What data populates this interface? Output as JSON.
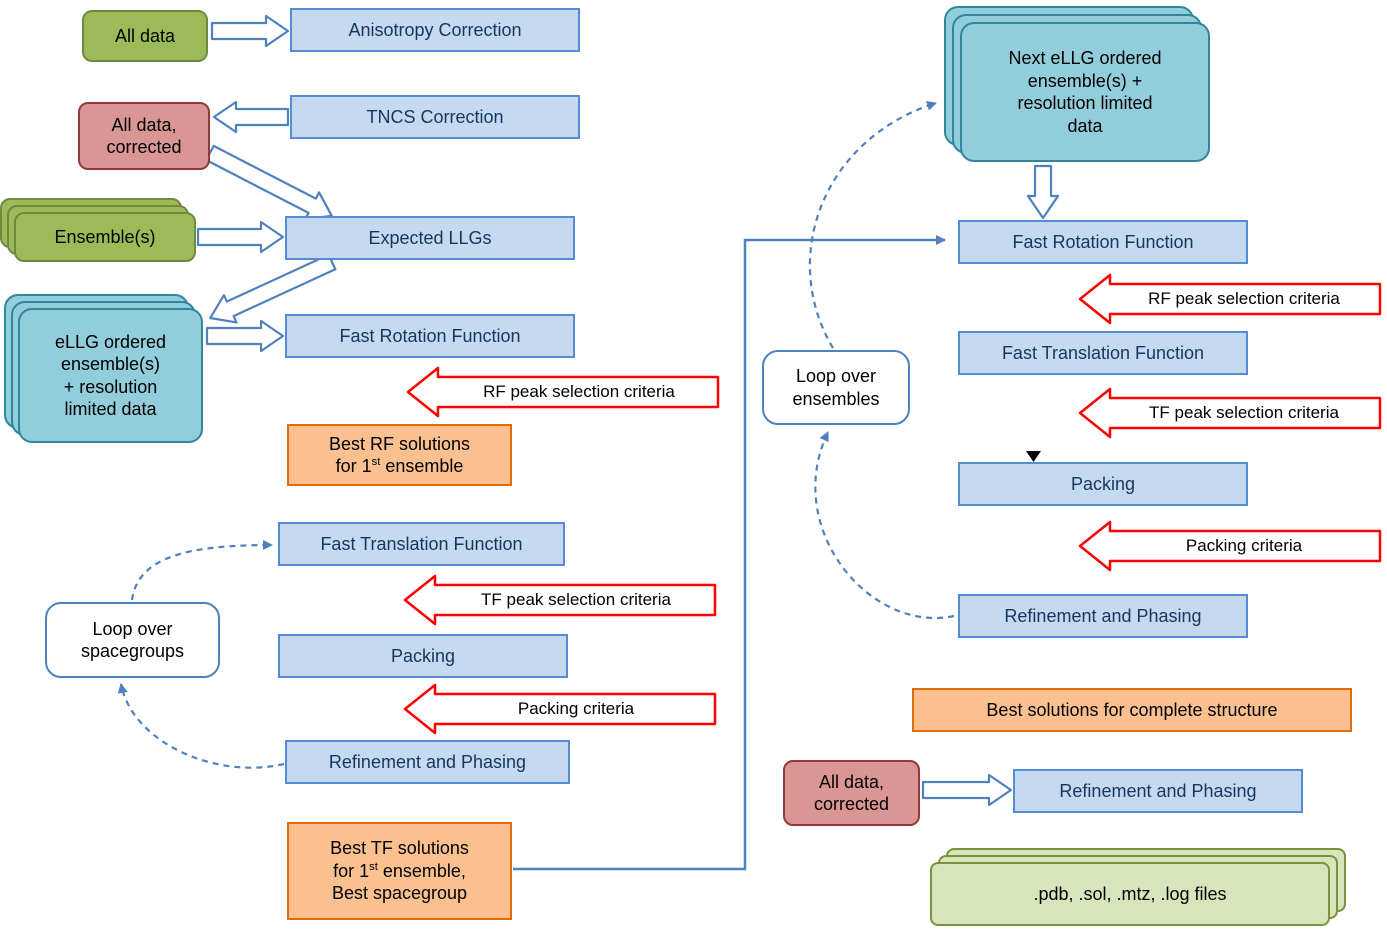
{
  "nodes": {
    "all_data": "All data",
    "anisotropy": "Anisotropy Correction",
    "tncs": "TNCS Correction",
    "all_data_corrected": "All data,\ncorrected",
    "ensembles": "Ensemble(s)",
    "expected_llgs": "Expected LLGs",
    "ellg_box": "eLLG ordered\nensemble(s)\n+ resolution\nlimited data",
    "frf_left": "Fast Rotation Function",
    "best_rf": {
      "line1": "Best RF solutions",
      "pre": "for 1",
      "sup": "st",
      "post": " ensemble"
    },
    "ftf_left": "Fast Translation Function",
    "packing_left": "Packing",
    "rnp_left": "Refinement and Phasing",
    "loop_spacegroups": "Loop over\nspacegroups",
    "best_tf": {
      "line1": "Best TF solutions",
      "pre": "for 1",
      "sup": "st",
      "post": " ensemble,",
      "line3": "Best spacegroup"
    },
    "next_ellg": "Next eLLG ordered\nensemble(s) +\nresolution limited\ndata",
    "frf_right": "Fast Rotation Function",
    "ftf_right": "Fast Translation Function",
    "packing_right": "Packing",
    "rnp_right": "Refinement and Phasing",
    "loop_ensembles": "Loop over\nensembles",
    "best_solutions": "Best solutions for complete structure",
    "all_data_corrected2": "All data,\ncorrected",
    "rnp_final": "Refinement and Phasing",
    "output_files": ".pdb, .sol, .mtz, .log files"
  },
  "criteria": {
    "rf_left": "RF peak selection criteria",
    "tf_left": "TF peak selection criteria",
    "pack_left": "Packing criteria",
    "rf_right": "RF peak selection criteria",
    "tf_right": "TF peak selection criteria",
    "pack_right": "Packing criteria"
  },
  "colors": {
    "blue_fill": "#C5D9F1",
    "blue_border": "#548DD4",
    "blue_text": "#17365D",
    "green_fill": "#9BBB59",
    "green_border": "#71893F",
    "pink_fill": "#D99694",
    "pink_border": "#953735",
    "teal_fill": "#92CDDC",
    "teal_border": "#31859C",
    "orange_fill": "#FAC090",
    "orange_border": "#E36C0A",
    "lightgreen_fill": "#D8E4BC",
    "lightgreen_border": "#77933C",
    "red_arrow_border": "#FF0000",
    "connector_blue": "#4F81BD"
  }
}
